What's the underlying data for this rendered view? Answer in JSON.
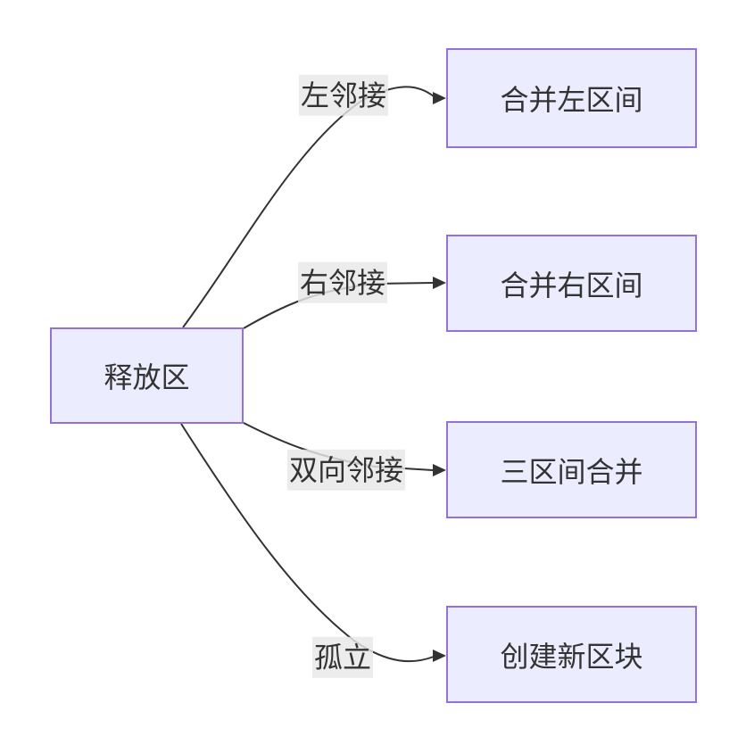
{
  "diagram": {
    "type": "flowchart-LR",
    "root_node": {
      "label": "释放区"
    },
    "branches": [
      {
        "edge_label": "左邻接",
        "target_label": "合并左区间"
      },
      {
        "edge_label": "右邻接",
        "target_label": "合并右区间"
      },
      {
        "edge_label": "双向邻接",
        "target_label": "三区间合并"
      },
      {
        "edge_label": "孤立",
        "target_label": "创建新区块"
      }
    ],
    "colors": {
      "background": "#ffffff",
      "node_fill": "#ECECFF",
      "node_border": "#9370DB",
      "edge_stroke": "#333333",
      "edge_label_bg": "#e8e8e8",
      "text": "#333333"
    }
  }
}
